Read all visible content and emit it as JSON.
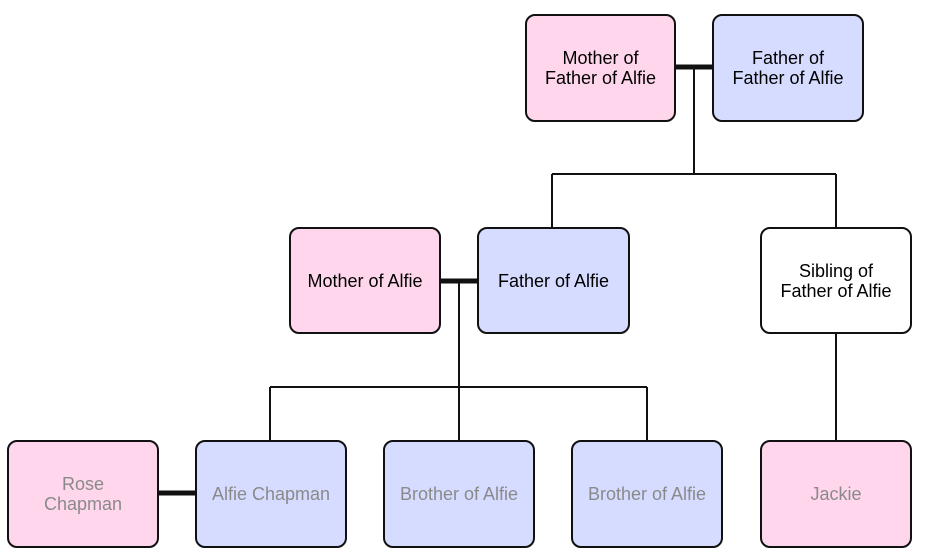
{
  "nodes": {
    "mother_of_father": "Mother of\nFather of Alfie",
    "father_of_father": "Father of\nFather of Alfie",
    "mother_of_alfie": "Mother of Alfie",
    "father_of_alfie": "Father of Alfie",
    "sibling_of_father": "Sibling of\nFather of Alfie",
    "rose": "Rose\nChapman",
    "alfie": "Alfie Chapman",
    "brother_1": "Brother of Alfie",
    "brother_2": "Brother of Alfie",
    "jackie": "Jackie"
  },
  "colors": {
    "female": "#ffd6ec",
    "male": "#d6dcff",
    "neutral": "#ffffff",
    "border": "#111111",
    "dim_text": "#8a8a8a"
  }
}
